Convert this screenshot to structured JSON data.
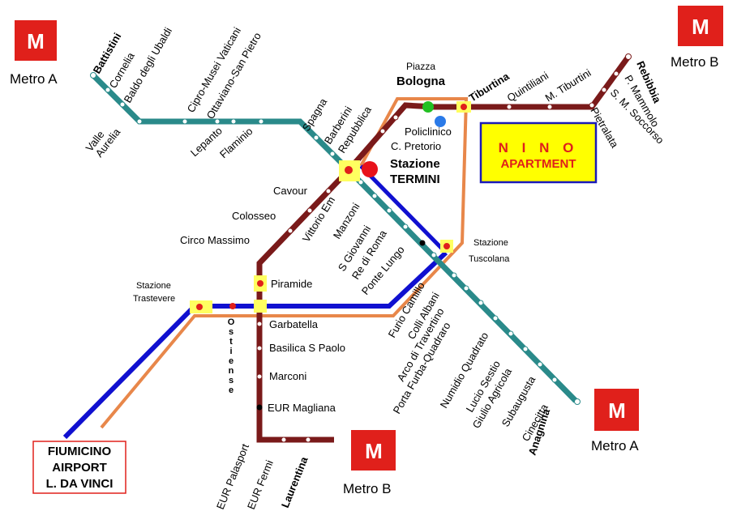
{
  "legend": {
    "metro_a_top": "Metro A",
    "metro_b_top": "Metro B",
    "metro_a_bottom": "Metro A",
    "metro_b_bottom": "Metro B",
    "m_symbol": "M"
  },
  "apartment": {
    "line1": "N I N O",
    "line2": "APARTMENT"
  },
  "airport": {
    "line1": "FIUMICINO",
    "line2": "AIRPORT",
    "line3": "L. DA VINCI"
  },
  "hubs": {
    "termini_1": "Stazione",
    "termini_2": "TERMINI",
    "piazza": "Piazza",
    "bologna": "Bologna",
    "tuscolana_1": "Stazione",
    "tuscolana_2": "Tuscolana",
    "trastevere_1": "Stazione",
    "trastevere_2": "Trastevere"
  },
  "line_a": {
    "battistini": "Battistini",
    "cornelia": "Cornelia",
    "baldo": "Baldo degli Ubaldi",
    "valle_aurelia_1": "Valle",
    "valle_aurelia_2": "Aurelia",
    "cipro": "Cipro-Musei Vaticani",
    "ottaviano": "Ottaviano-San Pietro",
    "lepanto": "Lepanto",
    "flaminio": "Flaminio",
    "spagna": "Spagna",
    "barberini": "Barberini",
    "repubblica": "Repubblica",
    "vittorio": "Vittorio Em",
    "manzoni": "Manzoni",
    "s_giovanni": "S Giovanni",
    "re_di_roma": "Re di Roma",
    "ponte_lungo": "Ponte Lungo",
    "furio": "Furio Camillo",
    "colli": "Colli Albani",
    "arco": "Arco di Travertino",
    "porta_furba": "Porta Furba-Quadraro",
    "numidio": "Numidio Quadrato",
    "lucio": "Lucio Sestio",
    "giulio": "Giulio Agricola",
    "subaugusta": "Subaugusta",
    "cinecitta": "Cinecitta",
    "anagnina": "Anagnina"
  },
  "line_b": {
    "rebibbia": "Rebibbia",
    "mammolo": "P. Mammolo",
    "soccorso": "S. M. Soccorso",
    "pietralata": "Pietralata",
    "m_tiburtini": "M. Tiburtini",
    "quintiliani": "Quintiliani",
    "tiburtina": "Tiburtina",
    "policlinico": "Policlinico",
    "pretorio": "C. Pretorio",
    "cavour": "Cavour",
    "colosseo": "Colosseo",
    "circo": "Circo Massimo",
    "piramide": "Piramide",
    "garbatella": "Garbatella",
    "basilica": "Basilica S Paolo",
    "marconi": "Marconi",
    "eur_magliana": "EUR Magliana",
    "eur_palasport": "EUR Palasport",
    "eur_fermi": "EUR Fermi",
    "laurentina": "Laurentina"
  },
  "ostiense": [
    "O",
    "s",
    "t",
    "i",
    "e",
    "n",
    "s",
    "e"
  ],
  "colors": {
    "line_a": "#2a8a8a",
    "line_b": "#7a1a1a",
    "railway_blue": "#1010d0",
    "railway_orange": "#e8874a",
    "metro_logo": "#e0201b",
    "apartment_fill": "#ffff00",
    "apartment_border": "#1a1ab8",
    "hub_yellow": "#ffff60"
  }
}
